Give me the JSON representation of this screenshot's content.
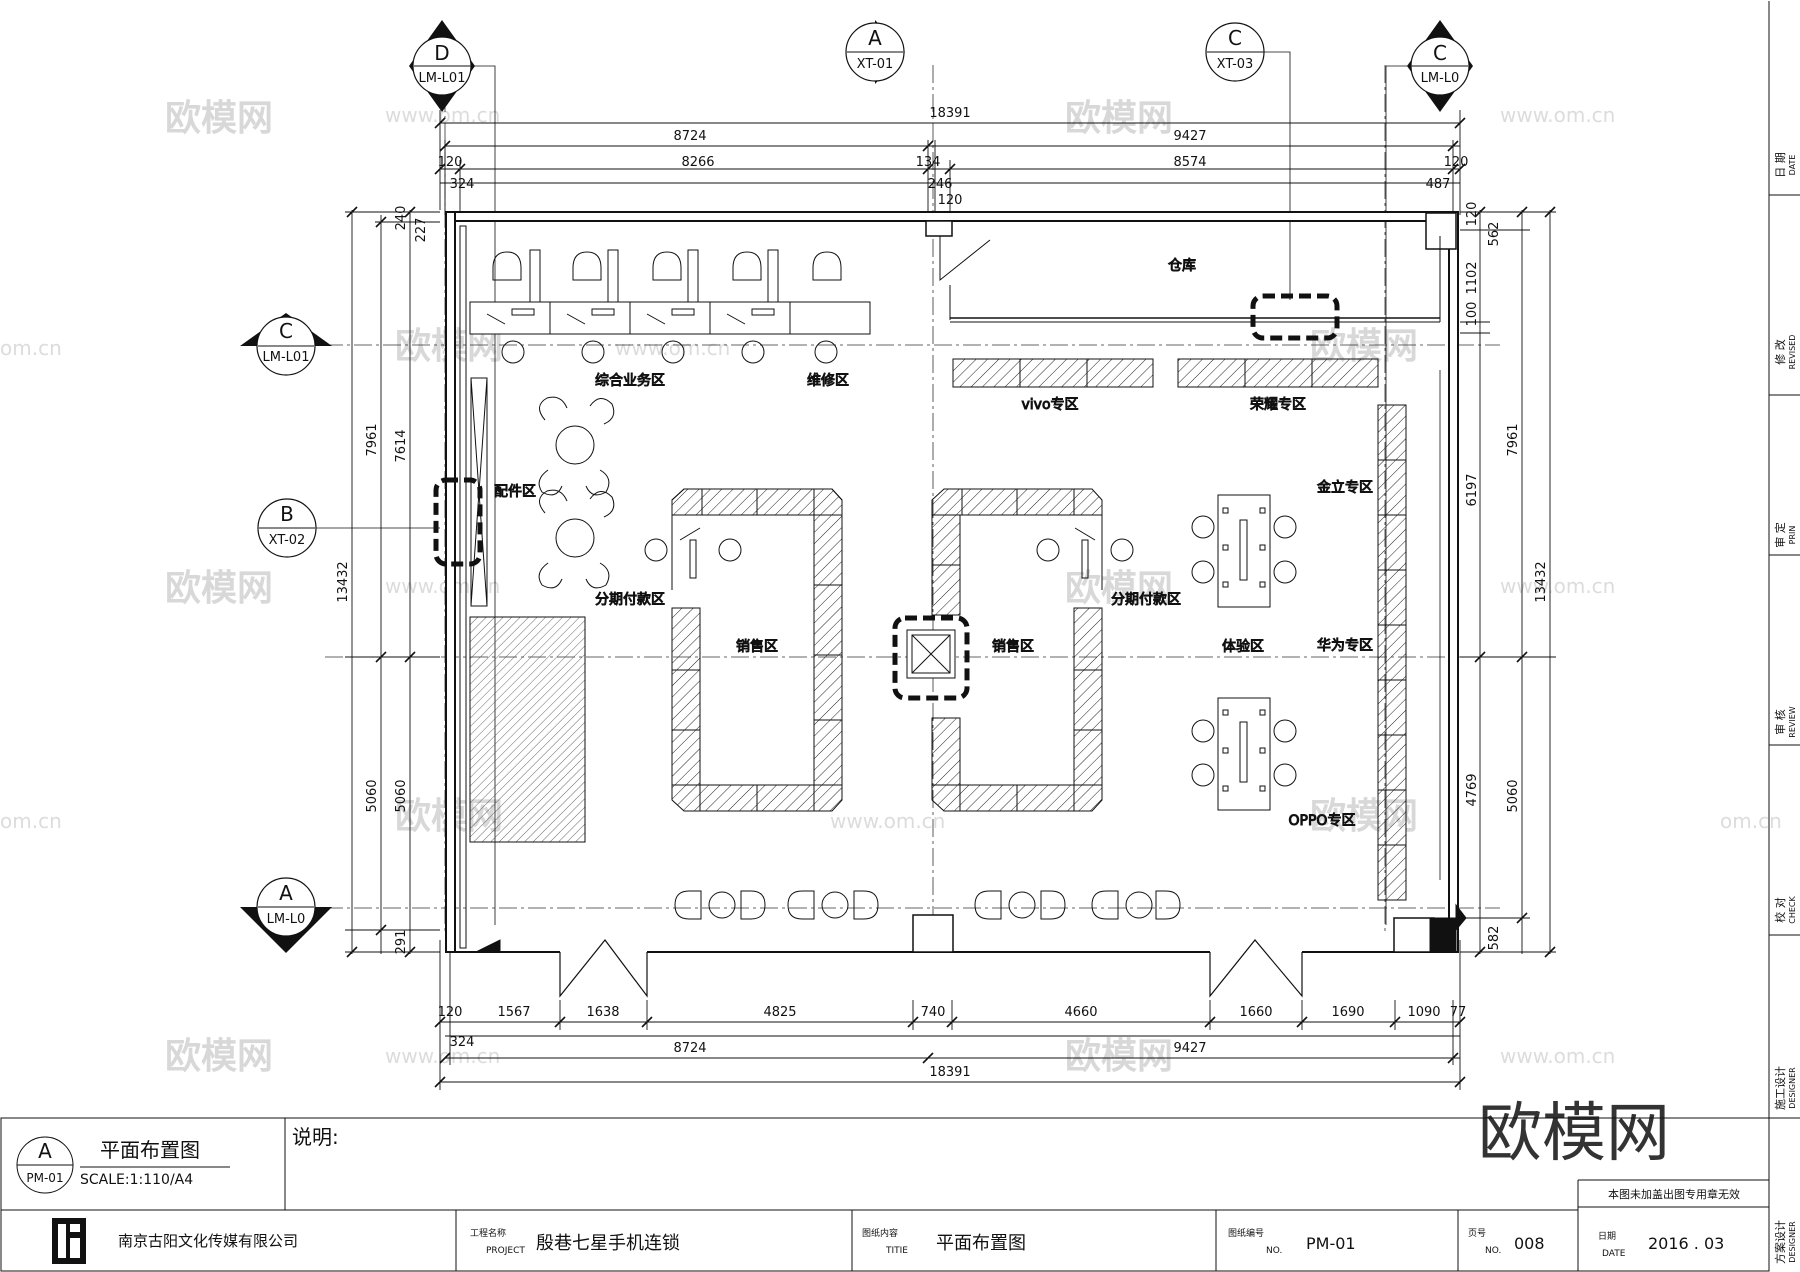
{
  "watermarks": {
    "brand": "欧模网",
    "url": "www.om.cn",
    "url_short": "om.cn",
    "big": "欧模网"
  },
  "dims": {
    "top_total": "18391",
    "top_l": "8724",
    "top_r": "9427",
    "top_120a": "120",
    "top_324": "324",
    "top_8266": "8266",
    "top_134": "134",
    "top_246": "246",
    "top_8574": "8574",
    "top_487": "487",
    "top_120b": "120",
    "top_120c": "120",
    "bot_120": "120",
    "bot_324": "324",
    "bot_1567": "1567",
    "bot_1638": "1638",
    "bot_4825": "4825",
    "bot_740": "740",
    "bot_4660": "4660",
    "bot_1660": "1660",
    "bot_1690": "1690",
    "bot_1090": "1090",
    "bot_77": "77",
    "bot_l": "8724",
    "bot_r": "9427",
    "bot_total": "18391",
    "left_13432": "13432",
    "left_7961": "7961",
    "left_7614": "7614",
    "left_5060a": "5060",
    "left_5060b": "5060",
    "left_240": "240",
    "left_227": "227",
    "left_291": "291",
    "right_13432": "13432",
    "right_7961": "7961",
    "right_6197": "6197",
    "right_4769": "4769",
    "right_5060": "5060",
    "right_120": "120",
    "right_562": "562",
    "right_1102": "1102",
    "right_100": "100",
    "right_582": "582"
  },
  "markers": {
    "top_d": {
      "letter": "D",
      "code": "LM-L01"
    },
    "top_a": {
      "letter": "A",
      "code": "XT-01"
    },
    "top_c1": {
      "letter": "C",
      "code": "XT-03"
    },
    "top_c2": {
      "letter": "C",
      "code": "LM-L0"
    },
    "left_c": {
      "letter": "C",
      "code": "LM-L01"
    },
    "left_b": {
      "letter": "B",
      "code": "XT-02"
    },
    "left_a": {
      "letter": "A",
      "code": "LM-L0"
    }
  },
  "zones": {
    "warehouse": "仓库",
    "service": "综合业务区",
    "repair": "维修区",
    "vivo": "vivo专区",
    "honor": "荣耀专区",
    "gionee": "金立专区",
    "accessories": "配件区",
    "installment_left": "分期付款区",
    "installment_right": "分期付款区",
    "sales_left": "销售区",
    "sales_right": "销售区",
    "experience": "体验区",
    "huawei": "华为专区",
    "oppo": "OPPO专区"
  },
  "title_block": {
    "drawing_letter": "A",
    "drawing_code": "PM-01",
    "drawing_title": "平面布置图",
    "scale": "SCALE:1:110/A4",
    "notes_label": "说明:",
    "company": "南京古阳文化传媒有限公司",
    "project_cn": "工程名称",
    "project_en": "PROJECT",
    "project_name": "殷巷七星手机连锁",
    "content_cn": "图纸内容",
    "content_en": "TITIE",
    "content_name": "平面布置图",
    "number_cn": "图纸编号",
    "number_en": "NO.",
    "number_value": "PM-01",
    "page_cn": "页号",
    "page_en": "NO.",
    "page_value": "008",
    "date_cn": "日期",
    "date_en": "DATE",
    "date_value": "2016 . 03",
    "stamp_note": "本图未加盖出图专用章无效"
  },
  "side_strip": {
    "date_cn": "日 期",
    "date_en": "DATE",
    "revised_cn": "修 改",
    "revised_en": "REVISED",
    "prin_cn": "审 定",
    "prin_en": "PRIN",
    "review_cn": "审 核",
    "review_en": "REVIEW",
    "check_cn": "校 对",
    "check_en": "CHECK",
    "designer_cn": "施工设计",
    "designer_en": "DESIGNER",
    "scheme_cn": "方案设计",
    "scheme_en": "DESIGNER"
  }
}
